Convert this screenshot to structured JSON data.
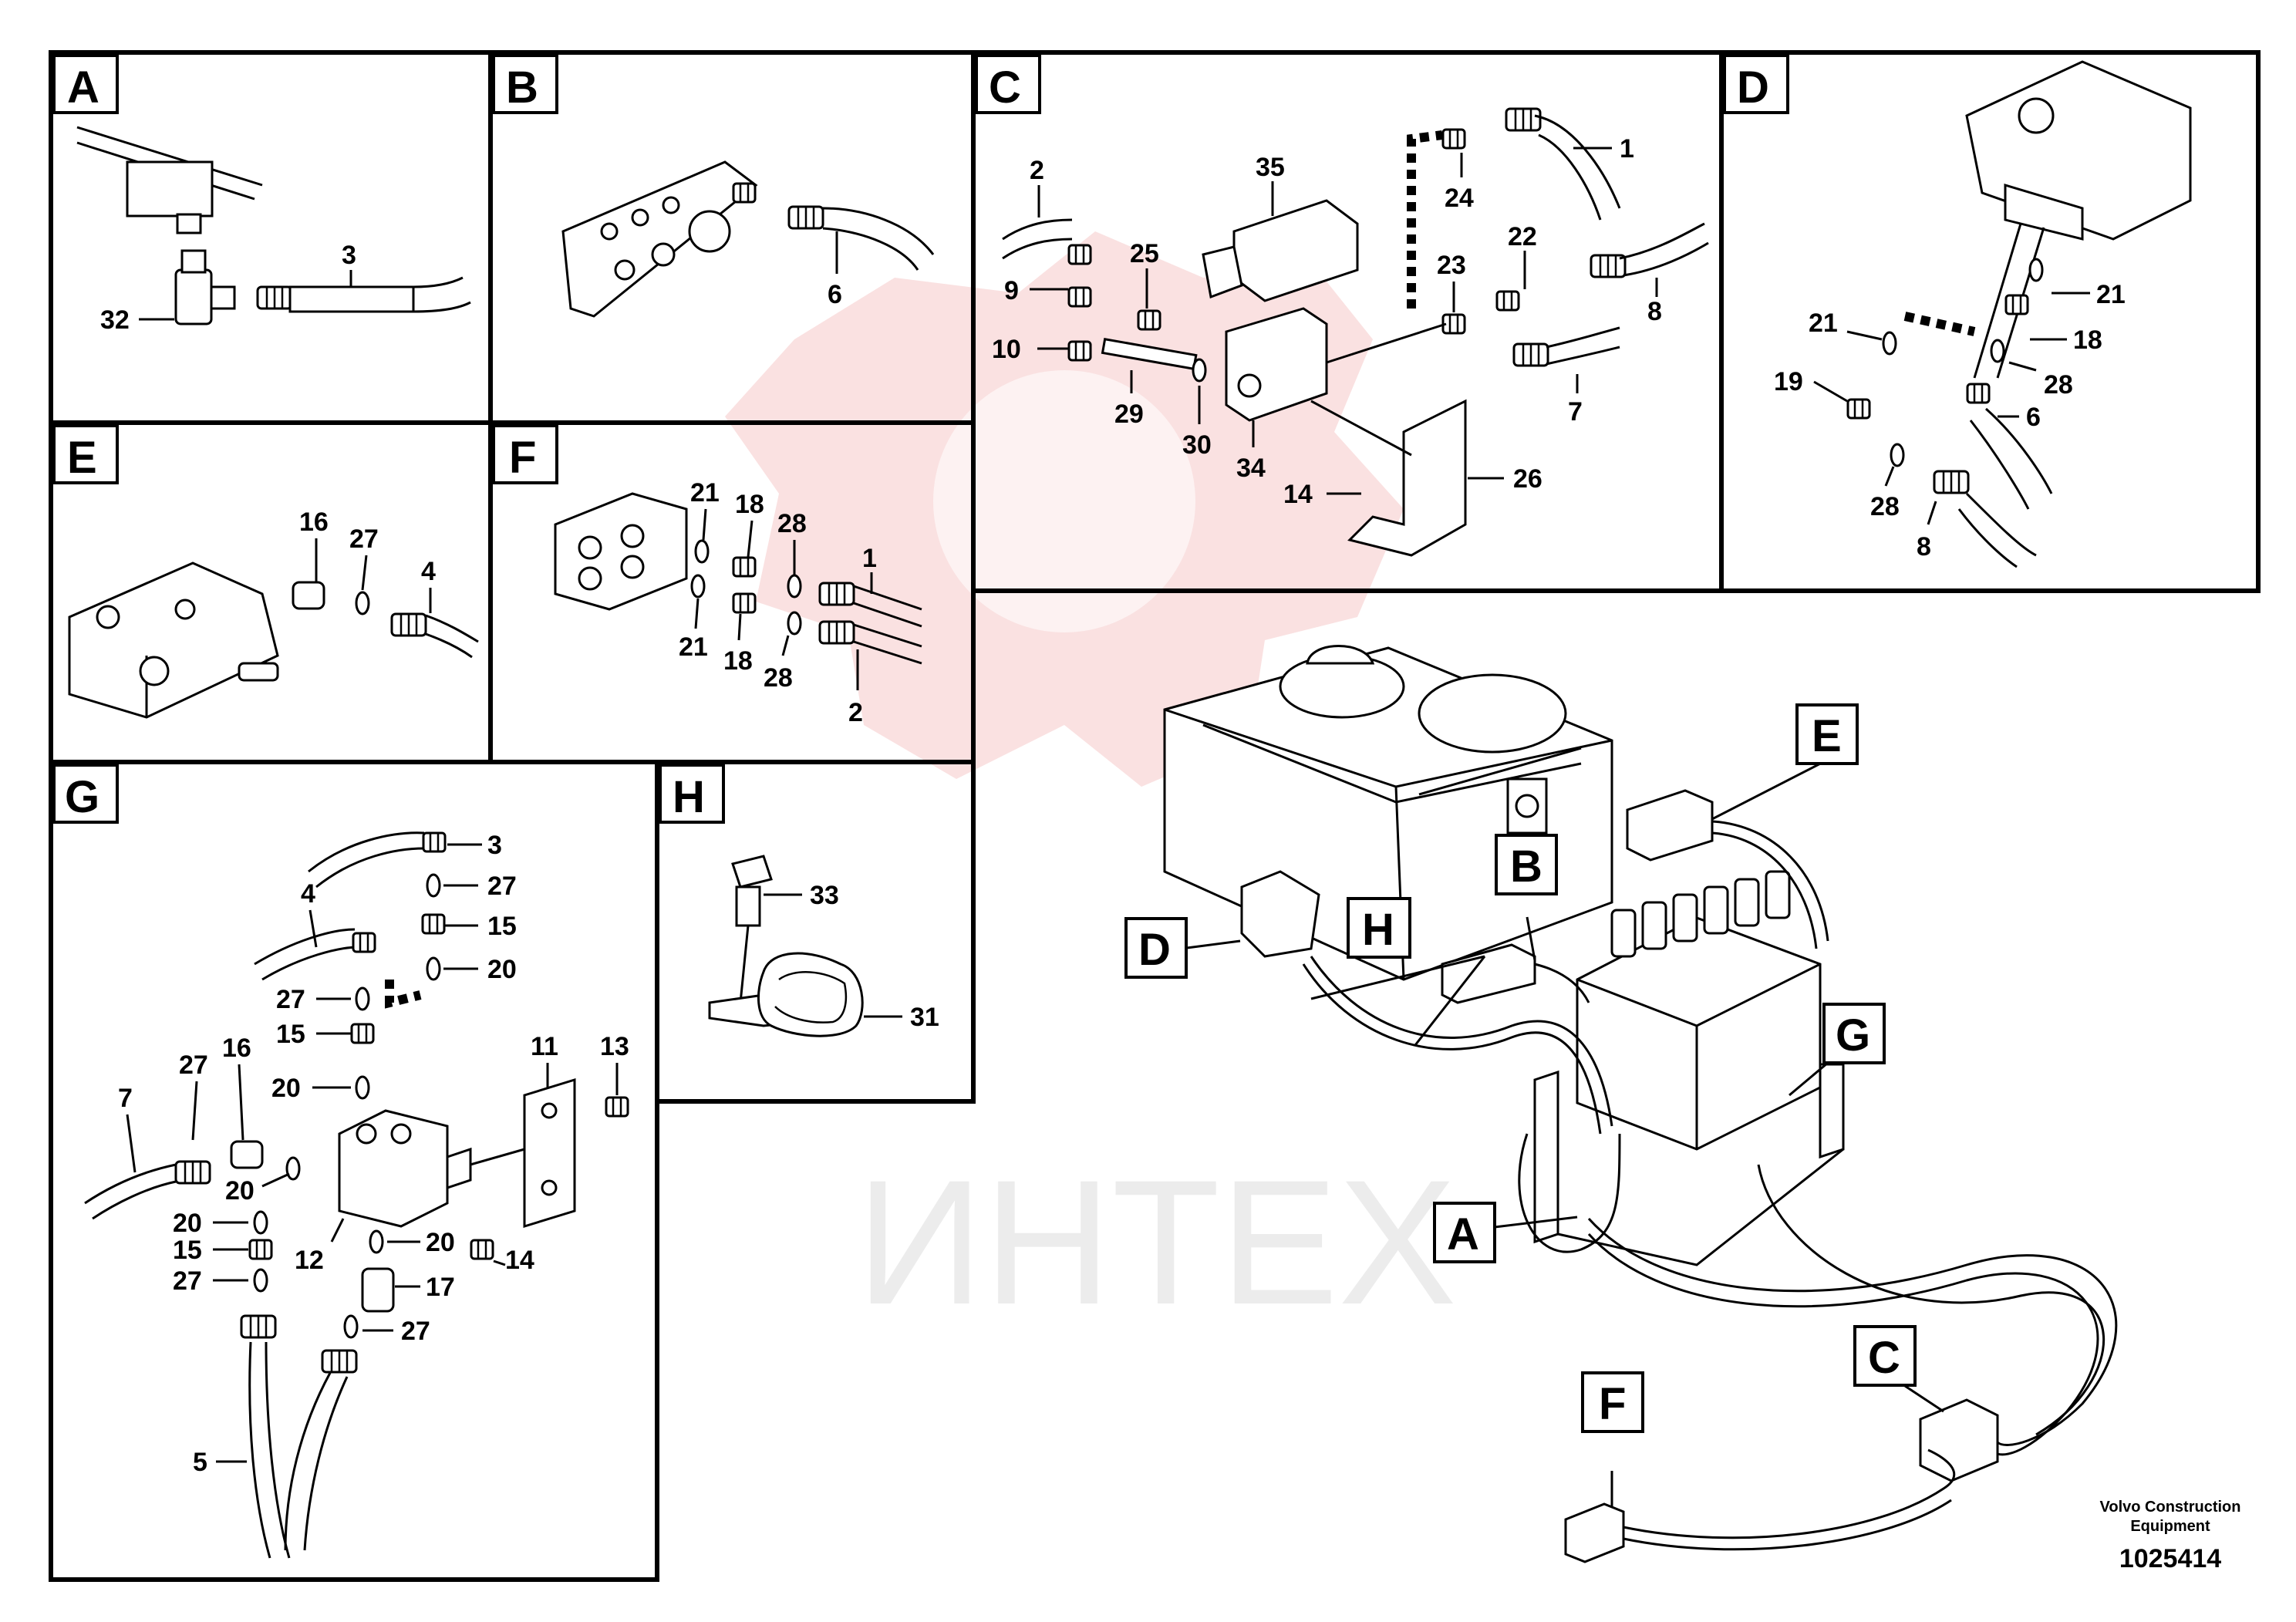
{
  "watermark": {
    "text": "ИНТЕХ"
  },
  "panels": {
    "A": {
      "tag": "A",
      "labels": {
        "p3": "3",
        "p32": "32"
      }
    },
    "B": {
      "tag": "B",
      "labels": {
        "p6": "6"
      }
    },
    "C": {
      "tag": "C",
      "labels": {
        "p1": "1",
        "p2": "2",
        "p7": "7",
        "p8": "8",
        "p9": "9",
        "p10": "10",
        "p14": "14",
        "p22": "22",
        "p23": "23",
        "p24": "24",
        "p25": "25",
        "p26": "26",
        "p29": "29",
        "p30": "30",
        "p34": "34",
        "p35": "35"
      }
    },
    "D": {
      "tag": "D",
      "labels": {
        "p6": "6",
        "p8": "8",
        "p18": "18",
        "p19": "19",
        "p21a": "21",
        "p21b": "21",
        "p28a": "28",
        "p28b": "28"
      }
    },
    "E": {
      "tag": "E",
      "labels": {
        "p4": "4",
        "p16": "16",
        "p27": "27"
      }
    },
    "F": {
      "tag": "F",
      "labels": {
        "p1": "1",
        "p2": "2",
        "p18a": "18",
        "p18b": "18",
        "p21a": "21",
        "p21b": "21",
        "p28a": "28",
        "p28b": "28"
      }
    },
    "G": {
      "tag": "G",
      "labels": {
        "p3": "3",
        "p4": "4",
        "p5": "5",
        "p7": "7",
        "p11": "11",
        "p12": "12",
        "p13": "13",
        "p14": "14",
        "p15a": "15",
        "p15b": "15",
        "p15c": "15",
        "p16": "16",
        "p17": "17",
        "p20a": "20",
        "p20b": "20",
        "p20c": "20",
        "p20d": "20",
        "p20e": "20",
        "p27a": "27",
        "p27b": "27",
        "p27c": "27",
        "p27d": "27",
        "p27e": "27"
      }
    },
    "H": {
      "tag": "H",
      "labels": {
        "p31": "31",
        "p33": "33"
      }
    }
  },
  "overview": {
    "callouts": {
      "A": "A",
      "B": "B",
      "C": "C",
      "D": "D",
      "E": "E",
      "F": "F",
      "G": "G",
      "H": "H"
    }
  },
  "footer": {
    "brand": "Volvo Construction",
    "brand2": "Equipment",
    "code": "1025414"
  }
}
